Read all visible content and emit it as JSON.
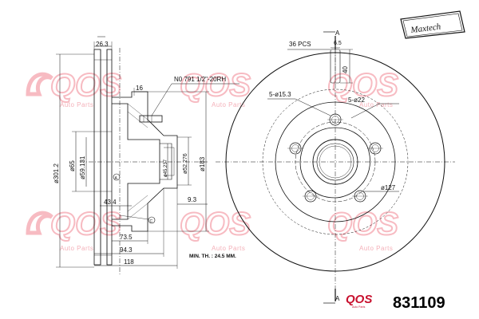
{
  "brand": {
    "name": "Maxtech",
    "watermark_text": "Auto Parts",
    "footer_logo_sub": "Auto Parts"
  },
  "part_number": "831109",
  "side_view": {
    "thread_spec": "N0 791 1/2\"-20RH",
    "dims": {
      "top_width": "26.3",
      "stud_len": "16",
      "outer_dia": "ø301.2",
      "d65": "ø65",
      "d59131": "ø59.131",
      "d45237": "ø45.237",
      "d52276": "ø52.276",
      "d183": "ø183",
      "h9_3": "9.3",
      "h43_4": "43.4",
      "h73_5": "73.5",
      "h94_3": "94.3",
      "h118": "118"
    },
    "markers": {
      "A": "A",
      "C": "C"
    },
    "min_thickness": "MIN. TH. : 24.5 MM."
  },
  "front_view": {
    "pcs": "36 PCS",
    "d6_5": "6.5",
    "d40": "40",
    "holes_small": "5-ø15.3",
    "holes_large": "5-ø22",
    "pcd": "ø127",
    "section_label": "A"
  }
}
